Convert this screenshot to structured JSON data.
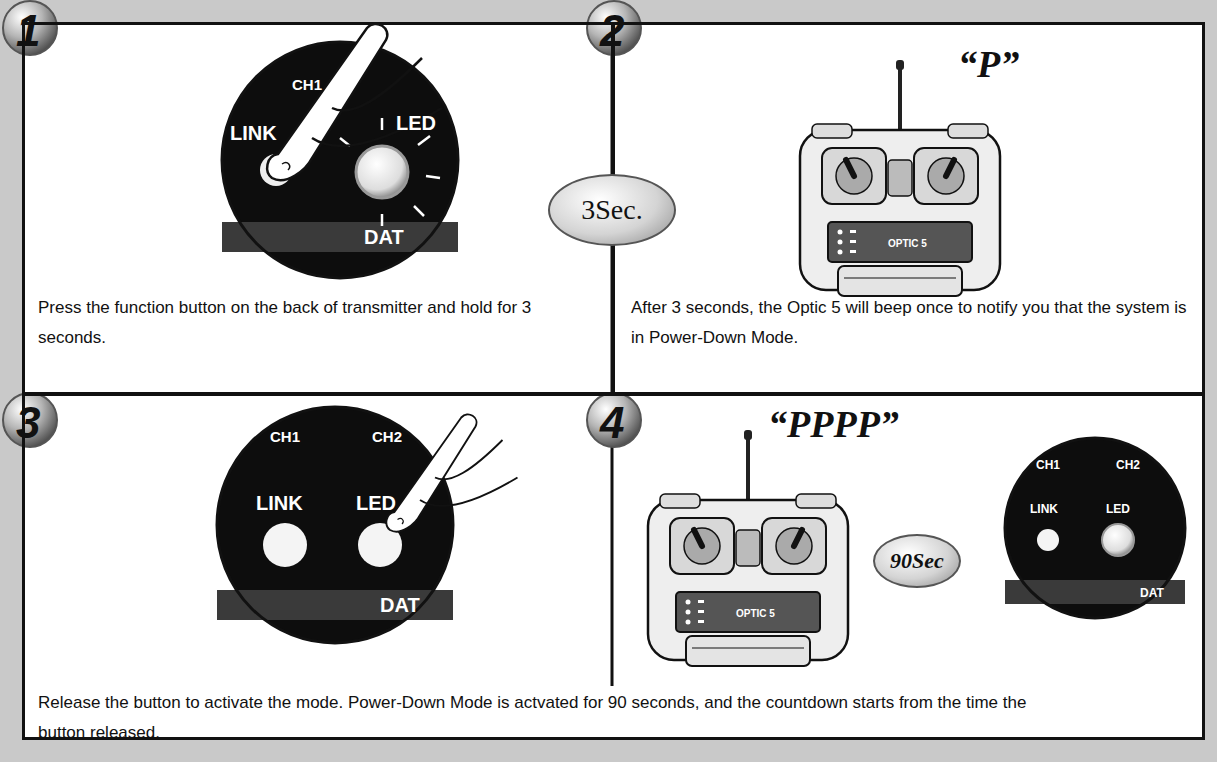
{
  "diagram": {
    "nodes": [
      {
        "text": [
          "Press the function button on the back of transmitter and hold for 3 seconds."
        ]
      },
      {
        "text": [
          "After 3 seconds, the Optic 5 will beep once to notify you that the system is in Power-Down Mode."
        ]
      },
      {
        "text": [
          "3Sec."
        ]
      },
      {
        "text": [
          "Release the button to activate the mode. Power-Down Mode is actvated for 90 seconds, and the countdown starts from the time the button released."
        ]
      },
      {
        "text": [
          "90Sec"
        ]
      }
    ],
    "labels": [
      "1",
      "2",
      "3",
      "4",
      "“P”",
      "“PPPP”",
      "CH1",
      "LINK",
      "LED",
      "DAT",
      "CH1",
      "CH2",
      "LINK",
      "LED",
      "DAT",
      "CH1",
      "CH2",
      "LINK",
      "LED",
      "DAT",
      "OPTIC 5",
      "OPTIC 5"
    ]
  }
}
